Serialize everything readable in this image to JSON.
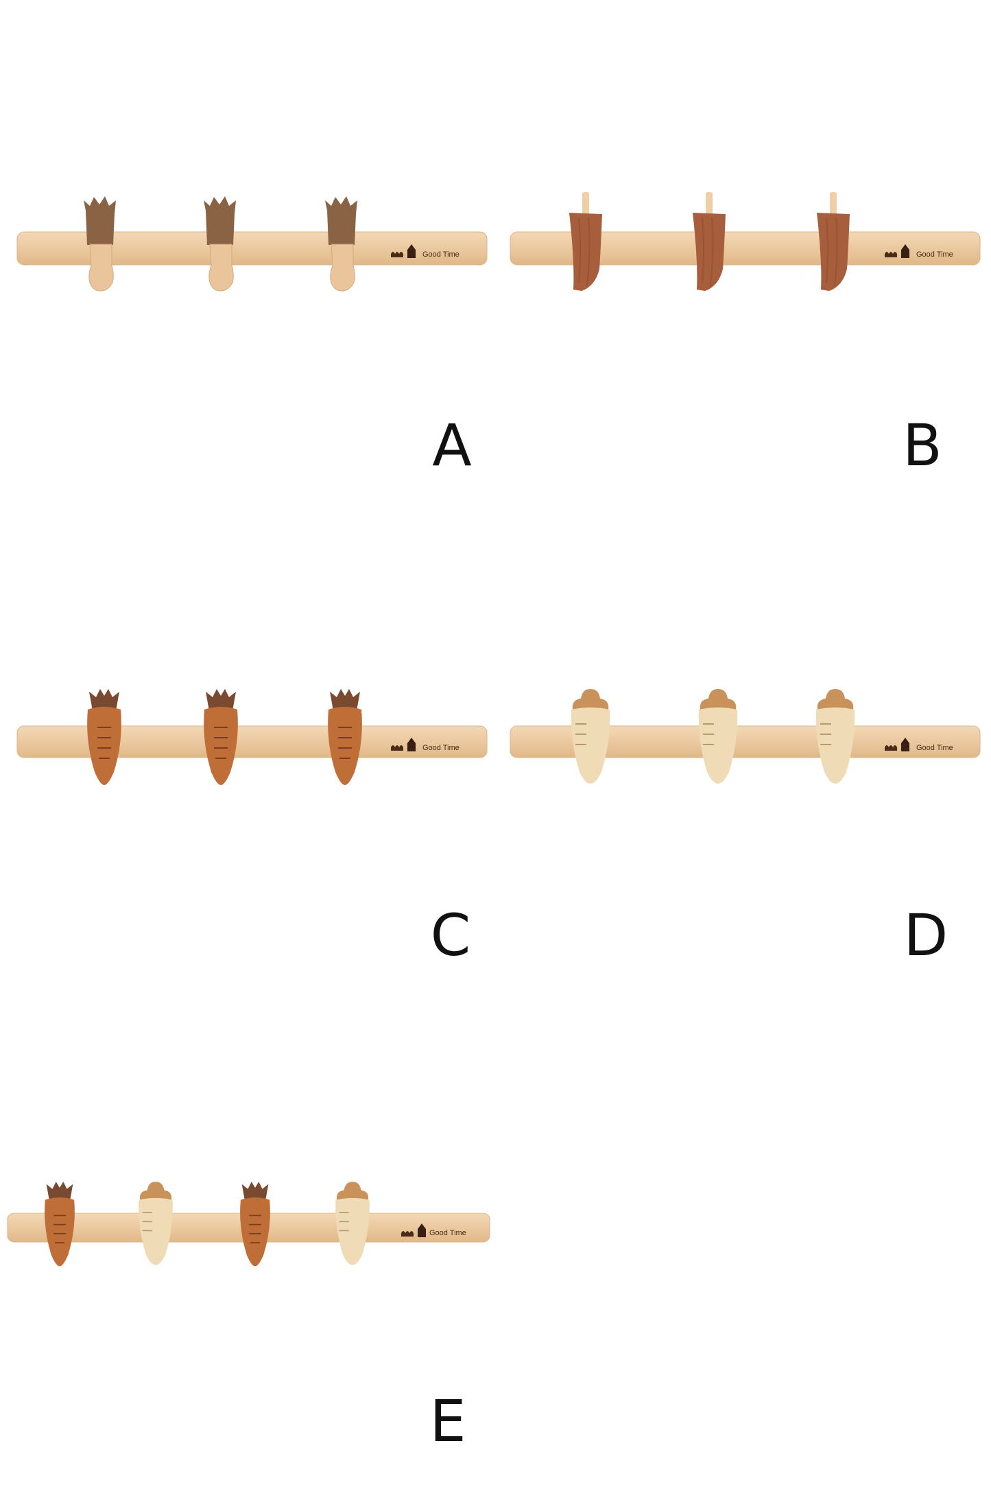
{
  "brand_text": "Good Time",
  "colors": {
    "rail": "#ebc9a0",
    "rail_edge": "#dcb487",
    "walnut": "#8a6344",
    "cherry": "#a65e3c",
    "carrot": "#c06e38",
    "maple": "#efdcb6",
    "beech_light": "#eac49a"
  },
  "options": [
    {
      "label": "A",
      "hook_style": "leaf",
      "hook_count": 3
    },
    {
      "label": "B",
      "hook_style": "knife",
      "hook_count": 3
    },
    {
      "label": "C",
      "hook_style": "carrot",
      "hook_count": 3
    },
    {
      "label": "D",
      "hook_style": "radish",
      "hook_count": 3
    },
    {
      "label": "E",
      "hook_style": "carrot-radish-mix",
      "hook_count": 4
    }
  ]
}
